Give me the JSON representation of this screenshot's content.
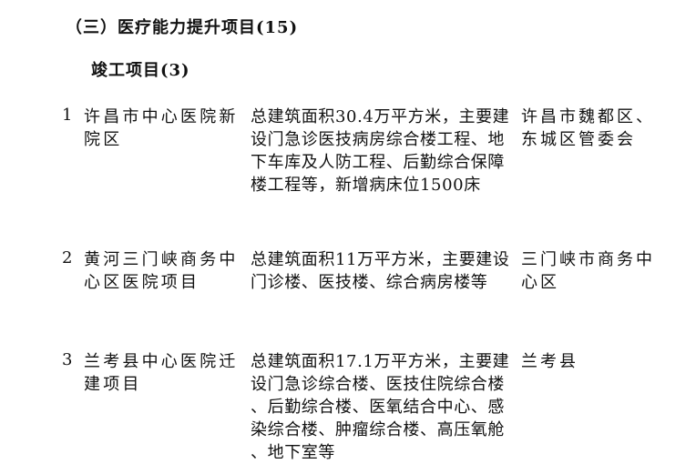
{
  "heading": "（三）医疗能力提升项目(15)",
  "subheading": "竣工项目(3)",
  "rows": [
    {
      "num": "1",
      "name": [
        "许昌市中心医院新",
        "院区"
      ],
      "desc": [
        "总建筑面积30.4万平方米，主要建",
        "设门急诊医技病房综合楼工程、地",
        "下车库及人防工程、后勤综合保障",
        "楼工程等，新增病床位1500床"
      ],
      "location": [
        "许昌市魏都区、",
        "东城区管委会"
      ]
    },
    {
      "num": "2",
      "name": [
        "黄河三门峡商务中",
        "心区医院项目"
      ],
      "desc": [
        "总建筑面积11万平方米，主要建设",
        "门诊楼、医技楼、综合病房楼等"
      ],
      "location": [
        "三门峡市商务中",
        "心区"
      ]
    },
    {
      "num": "3",
      "name": [
        "兰考县中心医院迁",
        "建项目"
      ],
      "desc": [
        "总建筑面积17.1万平方米，主要建",
        "设门急诊综合楼、医技住院综合楼",
        "、后勤综合楼、医氧结合中心、感",
        "染综合楼、肿瘤综合楼、高压氧舱",
        "、地下室等"
      ],
      "location": [
        "兰考县"
      ]
    }
  ]
}
